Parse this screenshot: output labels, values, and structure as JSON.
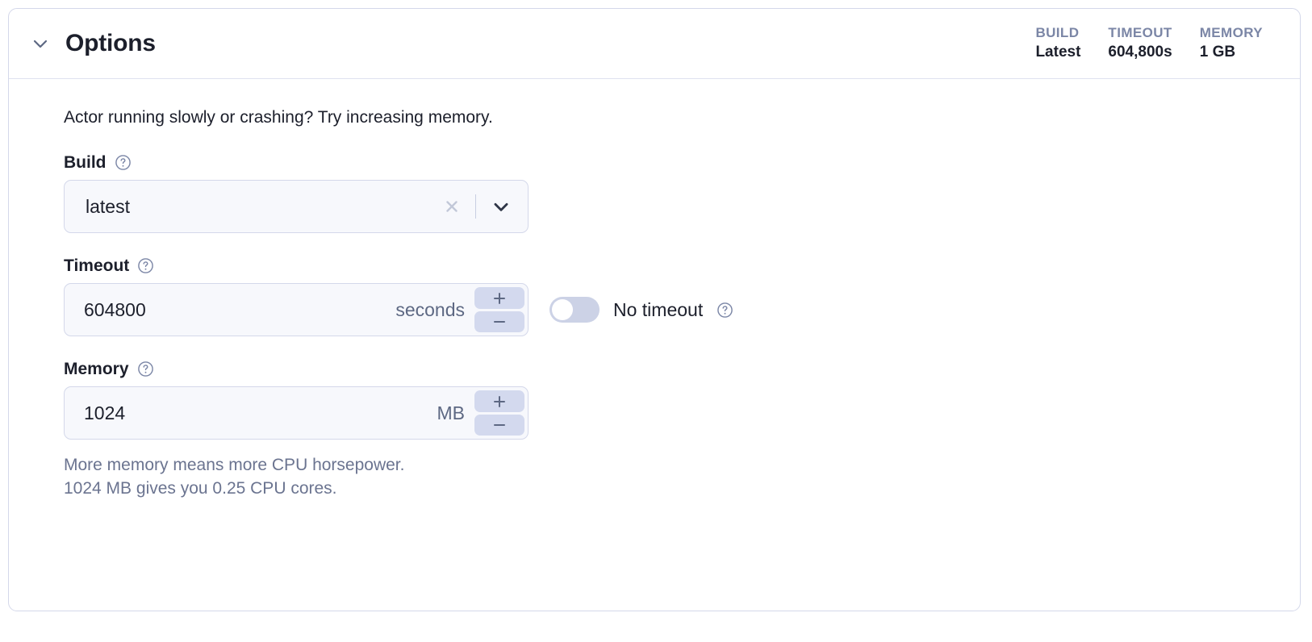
{
  "panel": {
    "title": "Options",
    "collapse_icon": "chevron-down-icon",
    "stats": [
      {
        "label": "BUILD",
        "value": "Latest"
      },
      {
        "label": "TIMEOUT",
        "value": "604,800s"
      },
      {
        "label": "MEMORY",
        "value": "1 GB"
      }
    ],
    "intro": "Actor running slowly or crashing? Try increasing memory."
  },
  "build": {
    "label": "Build",
    "help_icon": "help-circle-icon",
    "value": "latest",
    "clear_icon": "close-icon",
    "dropdown_icon": "chevron-down-icon"
  },
  "timeout": {
    "label": "Timeout",
    "help_icon": "help-circle-icon",
    "value": "604800",
    "unit": "seconds",
    "increment_label": "+",
    "decrement_label": "–",
    "toggle": {
      "label": "No timeout",
      "state": "off",
      "help_icon": "help-circle-icon"
    }
  },
  "memory": {
    "label": "Memory",
    "help_icon": "help-circle-icon",
    "value": "1024",
    "unit": "MB",
    "increment_label": "+",
    "decrement_label": "–",
    "helper_line1": "More memory means more CPU horsepower.",
    "helper_line2": "1024 MB gives you 0.25 CPU cores."
  },
  "colors": {
    "card_border": "#d4d8ea",
    "input_bg": "#f7f8fc",
    "stepper_bg": "#d3d9ee",
    "muted_text": "#6b7490",
    "stat_label": "#7b86a6",
    "text": "#1c1f2b"
  }
}
